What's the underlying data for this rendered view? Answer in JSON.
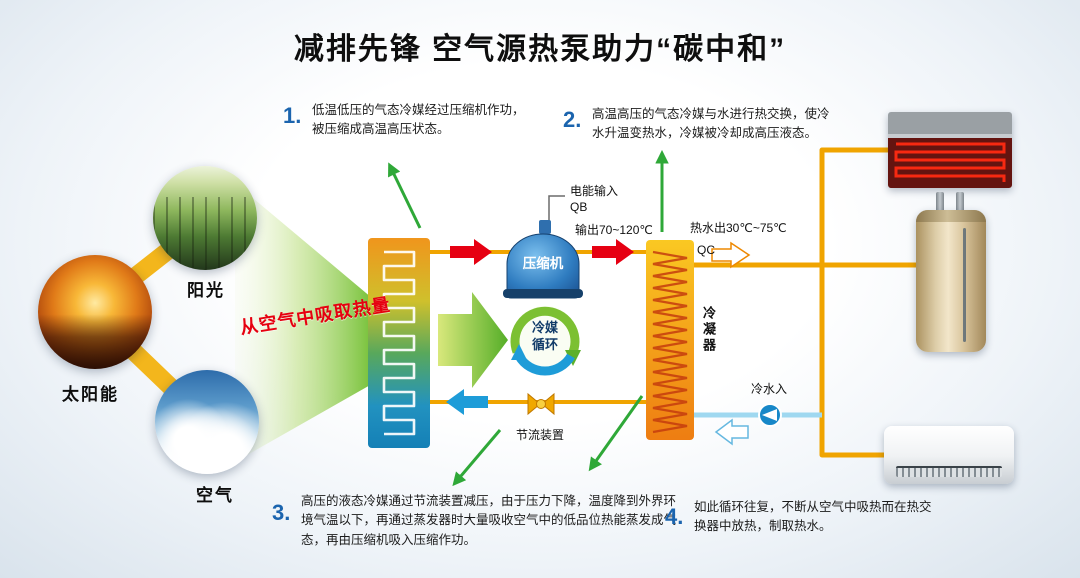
{
  "title": "减排先锋 空气源热泵助力“碳中和”",
  "left_sources": {
    "sunlight": "阳光",
    "solar": "太阳能",
    "air": "空气",
    "absorb": "从空气中吸取热量"
  },
  "steps": [
    {
      "num": "1.",
      "text": "低温低压的气态冷媒经过压缩机作功，\n被压缩成高温高压状态。"
    },
    {
      "num": "2.",
      "text": "高温高压的气态冷媒与水进行热交换，使冷\n水升温变热水，冷媒被冷却成高压液态。"
    },
    {
      "num": "3.",
      "text": "高压的液态冷媒通过节流装置减压，由于压力下降，温度降到外界环\n境气温以下，再通过蒸发器时大量吸收空气中的低品位热能蒸发成气\n态，再由压缩机吸入压缩作功。"
    },
    {
      "num": "4.",
      "text": "如此循环往复，不断从空气中吸热而在热交\n换器中放热，制取热水。"
    }
  ],
  "labels": {
    "power_input": "电能输入",
    "qb": "QB",
    "output_temp": "输出70~120℃",
    "compressor": "压缩机",
    "hot_water_out": "热水出30℃~75℃",
    "qc": "QC",
    "condenser": "冷凝器",
    "cycle": "冷媒\n循环",
    "throttle": "节流装置",
    "cold_water_in": "冷水入"
  },
  "colors": {
    "hot_pipe": "#f0a400",
    "cold_pipe": "#9fd8f0",
    "hot_arrow": "#e60012",
    "cold_arrow": "#1e9cd8",
    "green_arrow": "#2fa838",
    "step_number": "#1b64ae",
    "absorb_text": "#e6000f"
  }
}
